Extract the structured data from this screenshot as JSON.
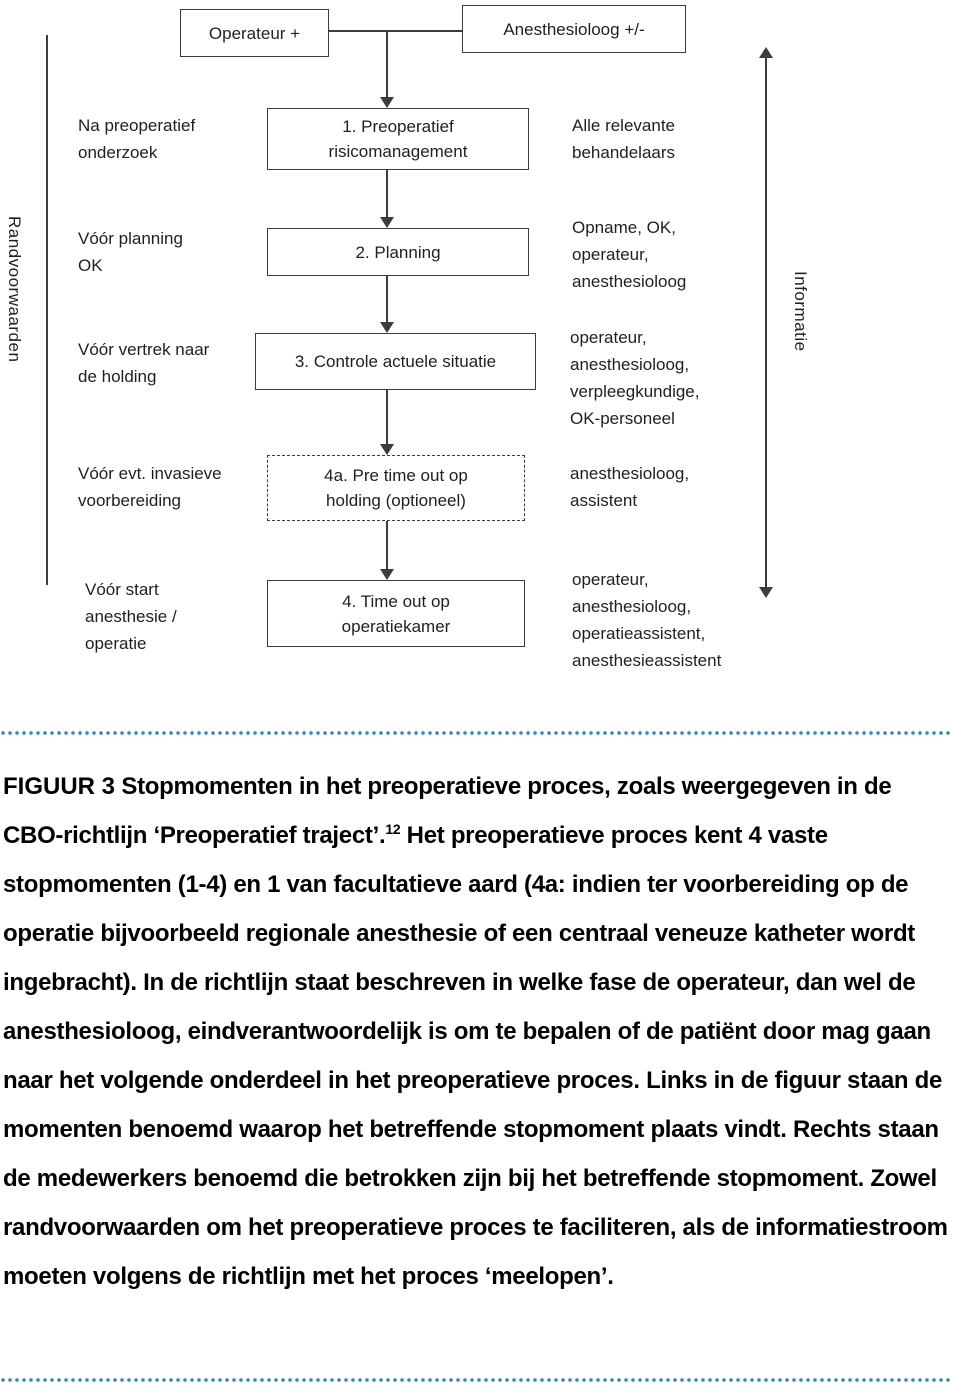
{
  "colors": {
    "accent_blue": "#2b8cbf",
    "diagram_line": "#3c3c3c",
    "text": "#000000"
  },
  "figure": {
    "actors": [
      {
        "label": "Operateur +"
      },
      {
        "label": "Anesthesioloog +/-"
      }
    ],
    "steps": [
      {
        "label": "1. Preoperatief\nrisicomanagement",
        "when": "Na preoperatief\nonderzoek",
        "who": "Alle relevante\nbehandelaars"
      },
      {
        "label": "2. Planning",
        "when": "Vóór planning\nOK",
        "who": "Opname, OK,\noperateur,\nanesthesioloog"
      },
      {
        "label": "3. Controle actuele situatie",
        "when": "Vóór vertrek naar\nde holding",
        "who": "operateur,\nanesthesioloog,\nverpleegkundige,\nOK-personeel"
      },
      {
        "label": "4a. Pre time out op\nholding (optioneel)",
        "when": "Vóór evt. invasieve\nvoorbereiding",
        "who": "anesthesioloog,\nassistent"
      },
      {
        "label": "4. Time out op\noperatiekamer",
        "when": "Vóór start\nanesthesie /\noperatie",
        "who": "operateur,\nanesthesioloog,\noperatieassistent,\nanesthesieassistent"
      }
    ],
    "left_axis": "Randvoorwaarden",
    "right_axis": "Informatie"
  },
  "caption": {
    "label": "FIGUUR 3",
    "text_before_sup": " Stopmomenten in het preoperatieve proces, zoals weergegeven in de CBO-richtlijn ‘Preoperatief traject’.",
    "superscript": "12",
    "text_after_sup": " Het preoperatieve proces kent 4 vaste stopmomenten (1-4) en 1 van facultatieve aard (4a: indien ter voorbereiding op de operatie bijvoorbeeld regionale anesthesie of een centraal veneuze katheter wordt ingebracht). In de richtlijn staat beschreven in welke fase de operateur, dan wel de anesthesioloog, eindverantwoordelijk is om te bepalen of de patiënt door mag gaan naar het volgende onderdeel in het preoperatieve proces. Links in de figuur staan de momenten benoemd waarop het betreffende stopmoment plaats vindt. Rechts staan de medewerkers benoemd die betrokken zijn bij het betreffende stopmoment. Zowel randvoorwaarden om het preoperatieve proces te faciliteren, als de informatiestroom moeten volgens de richtlijn met het proces ‘meelopen’."
  }
}
